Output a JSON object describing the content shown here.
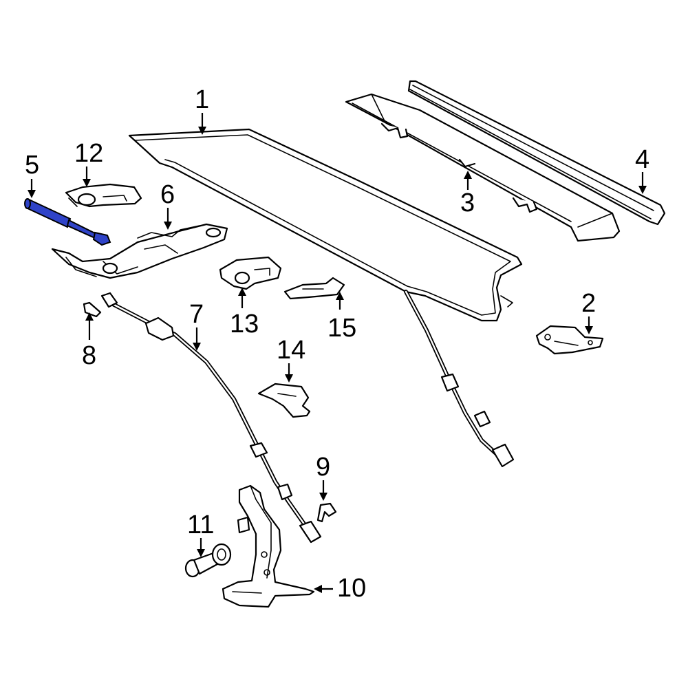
{
  "callouts": [
    {
      "number": "1"
    },
    {
      "number": "2"
    },
    {
      "number": "3"
    },
    {
      "number": "4"
    },
    {
      "number": "5",
      "highlighted": true
    },
    {
      "number": "6"
    },
    {
      "number": "7"
    },
    {
      "number": "8"
    },
    {
      "number": "9"
    },
    {
      "number": "10"
    },
    {
      "number": "11"
    },
    {
      "number": "12"
    },
    {
      "number": "13"
    },
    {
      "number": "14"
    },
    {
      "number": "15"
    }
  ],
  "colors": {
    "line": "#000000",
    "background": "#ffffff",
    "highlight": "#2f43c8"
  }
}
